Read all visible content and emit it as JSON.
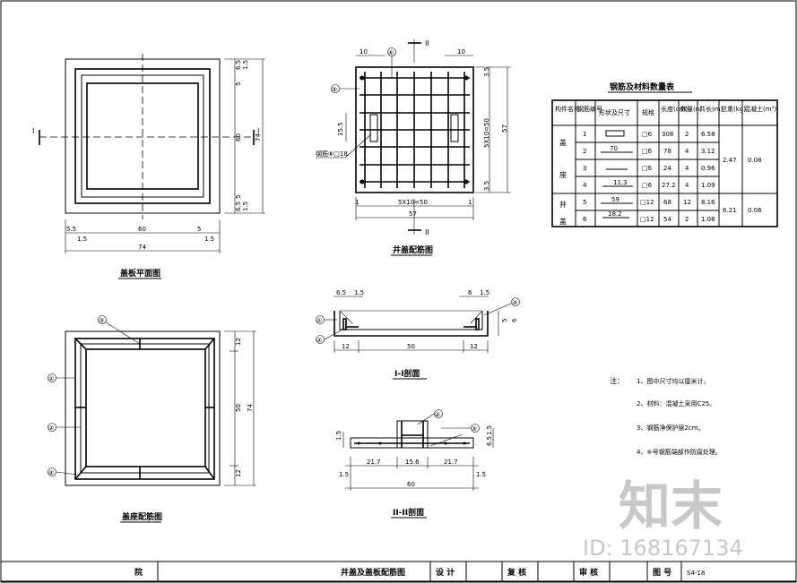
{
  "views": {
    "plan": {
      "title": "盖板平面图",
      "dims_left": [
        "5.5",
        "1.5"
      ],
      "dims_mid": "60",
      "dims_right": [
        "5",
        "1.5"
      ],
      "dims_total": "74",
      "dims_v_top": [
        "6.5",
        "5",
        "1.5"
      ],
      "dims_v_mid": "60",
      "dims_v_total": "74",
      "dims_v_bot": [
        "6.5",
        "5",
        "1.5"
      ],
      "section_mark": "I"
    },
    "rebar": {
      "title": "井盖配筋图",
      "dim_left": "10",
      "dim_right": "10",
      "dim_inner": "5X10=50",
      "dim_total": "57",
      "dim_v_inner": "5X10=50",
      "dim_v_total": "57",
      "dim_v_top": "3.5",
      "dim_v_bot": "3.5",
      "dim_side": "15.5",
      "callout": "钢筋⑧□18",
      "mark_top": "II",
      "mark_bot": "II",
      "bubble_6": "⑥",
      "bubble_5": "⑤",
      "d1": "1",
      "d2": "1"
    },
    "seat": {
      "title": "盖座配筋图",
      "dims_top": "12",
      "dims_mid": "50",
      "dims_bot": "12",
      "dims_total": "74",
      "bubbles": [
        "①",
        "②",
        "③",
        "④"
      ]
    },
    "sec1": {
      "title": "I-I剖面",
      "dims_top_left": [
        "6.5",
        "1.5"
      ],
      "dims_top_right": [
        "6",
        "1.5"
      ],
      "dims_bot": [
        "12",
        "50",
        "12"
      ],
      "dims_side": [
        "5",
        "6"
      ],
      "bubbles": [
        "①",
        "②",
        "③"
      ]
    },
    "sec2": {
      "title": "II-II剖面",
      "dims_bot": [
        "21.7",
        "15.6",
        "21.7"
      ],
      "dims_ends": [
        "1.5",
        "1.5"
      ],
      "dims_total": "60",
      "dims_side": [
        "1.5",
        "6.5"
      ],
      "dims_left_v": "1.5",
      "bubbles": [
        "④",
        "⑤"
      ]
    }
  },
  "table": {
    "title": "钢筋及材料数量表",
    "headers": [
      "构件名称",
      "钢筋编号",
      "形状及尺寸",
      "规格",
      "长度(cm)",
      "数量(n)",
      "共长(m)",
      "总重(kg)",
      "混凝土(m³)"
    ],
    "groups": [
      {
        "name": [
          "盖",
          "座"
        ],
        "rows": [
          {
            "no": "1",
            "shape": "",
            "spec": "□6",
            "len": "308",
            "num": "2",
            "total": "6.58"
          },
          {
            "no": "2",
            "shape": "70",
            "spec": "□6",
            "len": "78",
            "num": "4",
            "total": "3.12"
          },
          {
            "no": "3",
            "shape": "",
            "spec": "□6",
            "len": "24",
            "num": "4",
            "total": "0.96"
          },
          {
            "no": "4",
            "shape": "11.3",
            "spec": "□6",
            "len": "27.2",
            "num": "4",
            "total": "1.09"
          }
        ],
        "weight": "2.47",
        "concrete": "0.08"
      },
      {
        "name": [
          "井",
          "盖"
        ],
        "rows": [
          {
            "no": "5",
            "shape": "59",
            "spec": "□12",
            "len": "68",
            "num": "12",
            "total": "8.16"
          },
          {
            "no": "6",
            "shape": "18.2",
            "spec": "□12",
            "len": "54",
            "num": "2",
            "total": "1.08"
          }
        ],
        "weight": "6.21",
        "concrete": "0.06"
      }
    ]
  },
  "notes": {
    "label": "注：",
    "items": [
      "1、图中尺寸均以厘米计。",
      "2、材料：混凝土采用C25。",
      "3、钢筋净保护层2cm。",
      "4、⑥号钢筋端部作防腐处理。"
    ]
  },
  "titleblock": {
    "cells": [
      "院",
      "井盖及盖板配筋图",
      "设 计",
      "复 核",
      "审 核",
      "图 号",
      "S4-18"
    ]
  },
  "watermark": {
    "logo": "知末",
    "id": "ID: 168167134"
  }
}
